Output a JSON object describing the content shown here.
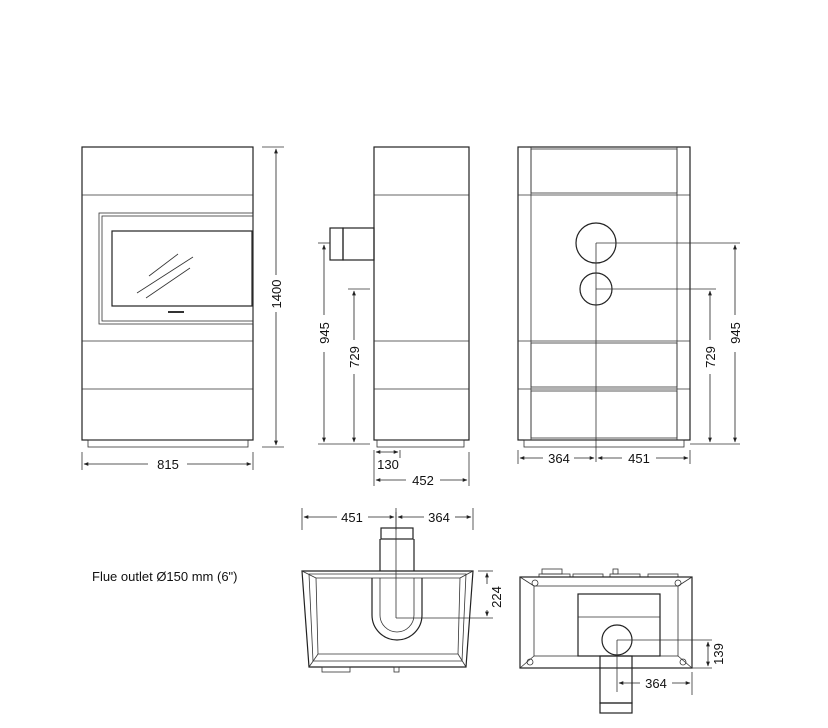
{
  "note": "Flue outlet Ø150 mm (6\")",
  "front_view": {
    "height": "1400",
    "width": "815"
  },
  "side_view": {
    "flue_height": "945",
    "air_height": "729",
    "flue_depth": "130",
    "depth": "452"
  },
  "back_view": {
    "flue_height": "945",
    "air_height": "729",
    "left": "364",
    "right": "451"
  },
  "top_view": {
    "left": "451",
    "right": "364",
    "depth": "224"
  },
  "bottom_view": {
    "depth": "139",
    "offset": "364"
  }
}
